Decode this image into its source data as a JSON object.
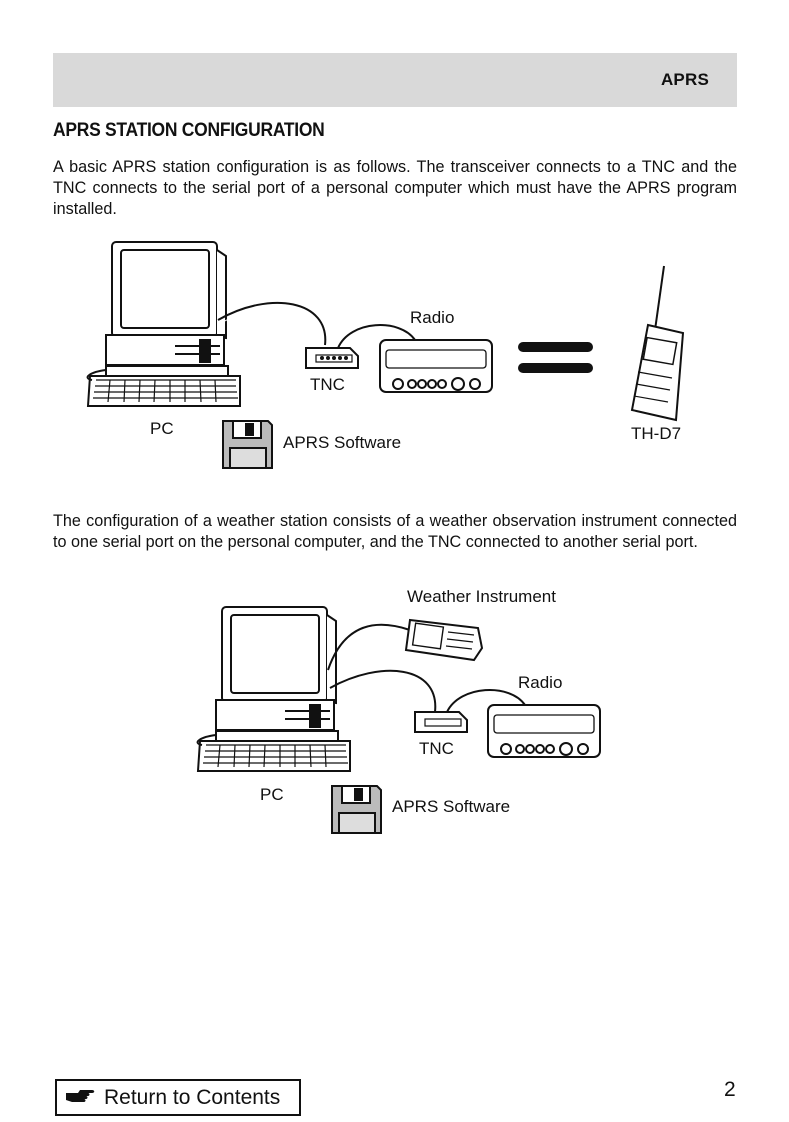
{
  "header": {
    "section": "APRS"
  },
  "title": "APRS STATION CONFIGURATION",
  "paragraphs": {
    "p1": "A basic APRS station configuration is as follows. The transceiver connects to a TNC and the TNC connects to the serial port of a personal computer which must have the APRS program installed.",
    "p2": "The configuration of a weather station consists of a weather observation instrument connected to one serial port on the personal computer, and the TNC connected to another serial port."
  },
  "diagram1": {
    "labels": {
      "pc": "PC",
      "tnc": "TNC",
      "radio": "Radio",
      "software": "APRS Software",
      "handheld": "TH-D7"
    }
  },
  "diagram2": {
    "labels": {
      "pc": "PC",
      "tnc": "TNC",
      "radio": "Radio",
      "software": "APRS Software",
      "weather": "Weather Instrument"
    }
  },
  "footer": {
    "return_label": "Return to Contents",
    "page_number": "2",
    "icon": "pointing-hand-icon"
  }
}
